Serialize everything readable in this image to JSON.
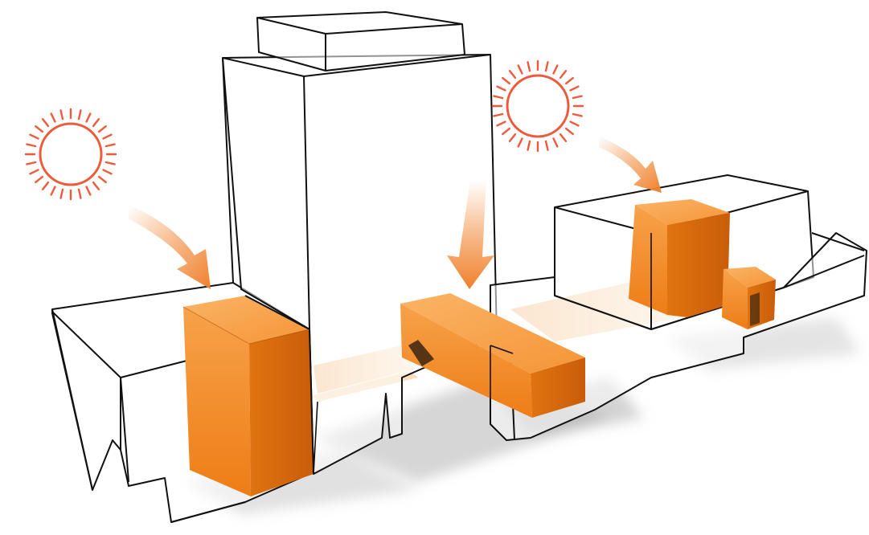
{
  "diagram": {
    "accent_color": "#f28a1e",
    "accent_dark": "#c85a10",
    "sun_color": "#ee5a3c",
    "arrow_color": "#f39a55",
    "icons": [
      "sun-icon",
      "sun-icon",
      "daylight-arrow",
      "daylight-arrow",
      "daylight-arrow"
    ]
  }
}
